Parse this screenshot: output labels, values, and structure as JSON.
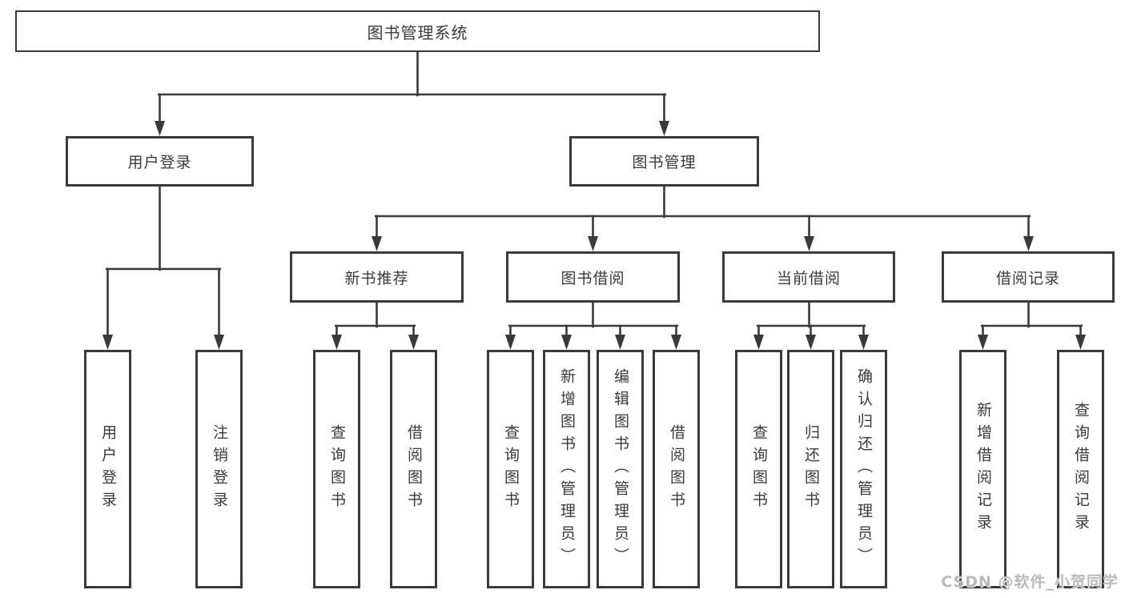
{
  "diagram": {
    "root": {
      "label": "图书管理系统"
    },
    "branches": {
      "user_login": {
        "label": "用户登录",
        "children": [
          "用户登录",
          "注销登录"
        ]
      },
      "book_management": {
        "label": "图书管理"
      }
    },
    "book_management_sections": [
      {
        "label": "新书推荐",
        "children": [
          "查询图书",
          "借阅图书"
        ]
      },
      {
        "label": "图书借阅",
        "children": [
          "查询图书",
          "新增图书（管理员）",
          "编辑图书（管理员）",
          "借阅图书"
        ]
      },
      {
        "label": "当前借阅",
        "children": [
          "查询图书",
          "归还图书",
          "确认归还（管理员）"
        ]
      },
      {
        "label": "借阅记录",
        "children": [
          "新增借阅记录",
          "查询借阅记录"
        ]
      }
    ],
    "watermark": "CSDN @软件_小贺同学",
    "colors": {
      "line": "#3a3a3a",
      "box_border": "#3a3a3a",
      "box_fill": "#ffffff",
      "text": "#3a3a3a",
      "watermark_text": "#b9b9b9"
    }
  }
}
